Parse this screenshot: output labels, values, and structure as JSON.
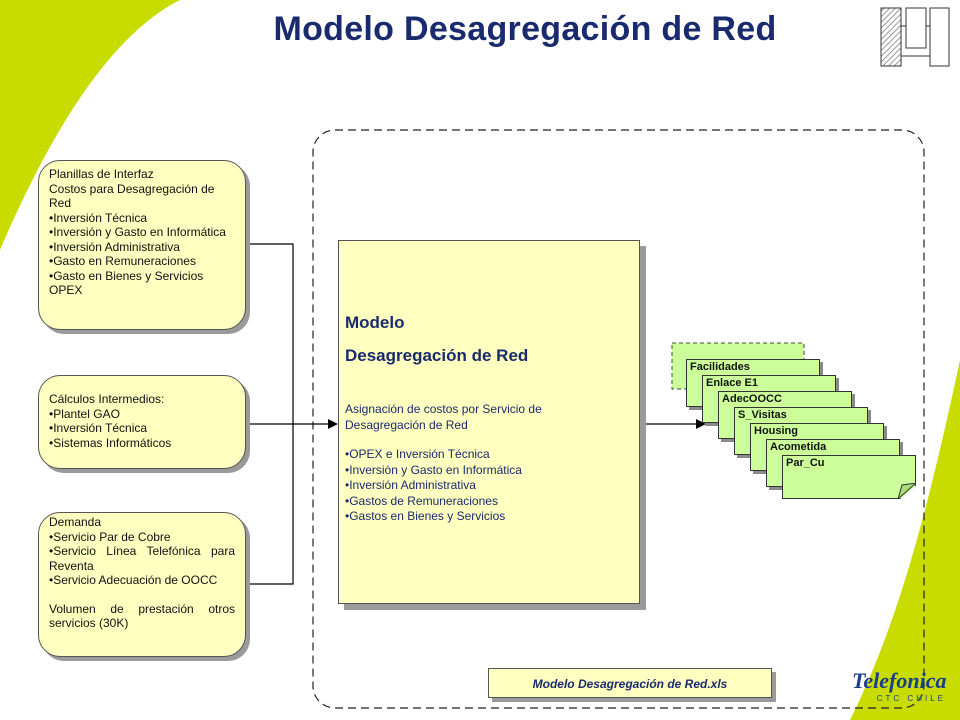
{
  "title": "Modelo Desagregación de Red",
  "inputs": {
    "planillas": {
      "lines": [
        "Planillas de Interfaz",
        "Costos para Desagregación de Red"
      ],
      "bullets": [
        "Inversión Técnica",
        "Inversión y Gasto en Informática",
        "Inversión Administrativa",
        "Gasto en Remuneraciones",
        "Gasto en Bienes y Servicios OPEX"
      ]
    },
    "calculos": {
      "lines": [
        "Cálculos Intermedios:"
      ],
      "bullets": [
        "Plantel GAO",
        "Inversión Técnica",
        "Sistemas Informáticos"
      ]
    },
    "demanda": {
      "lines": [
        "Demanda"
      ],
      "bullets": [
        "Servicio Par de Cobre",
        "Servicio Línea Telefónica para Reventa",
        "Servicio Adecuación de OOCC"
      ],
      "footer": "Volumen de prestación otros servicios (30K)"
    }
  },
  "model": {
    "title1": "Modelo",
    "title2": "Desagregación de Red",
    "subtitle": "Asignación de costos por Servicio de Desagregación de Red",
    "bullets": [
      "OPEX e Inversión Técnica",
      "Inversión y Gasto en Informática",
      "Inversión Administrativa",
      "Gastos de Remuneraciones",
      "Gastos en Bienes y Servicios"
    ]
  },
  "sheets": [
    "Facilidades",
    "Enlace E1",
    "AdecOOCC",
    "S_Visitas",
    "Housing",
    "Acometida",
    "Par_Cu"
  ],
  "file_label": "Modelo Desagregación  de Red.xls",
  "logo": {
    "brand": "Telefonica",
    "sub": "CTC CHILE"
  },
  "colors": {
    "title": "#1a2a6e",
    "box_fill": "#ffffc0",
    "sheet_fill": "#ccff99",
    "swoosh": "#c8dc00"
  }
}
